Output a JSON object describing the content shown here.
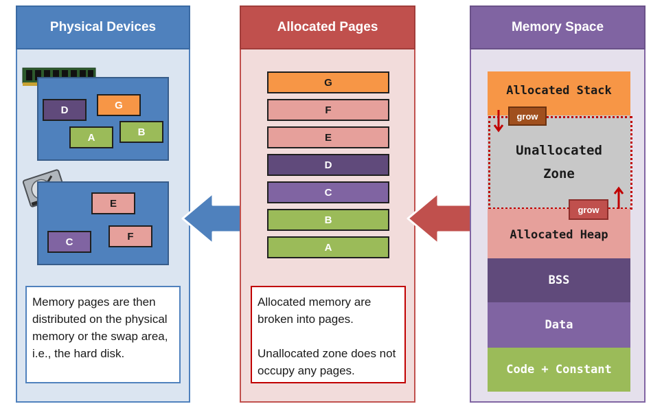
{
  "physical": {
    "title": "Physical Devices",
    "ram_pages": [
      "D",
      "G",
      "A",
      "B"
    ],
    "disk_pages": [
      "E",
      "C",
      "F"
    ],
    "note": "Memory pages are then distributed on the physical memory or the swap area, i.e., the hard disk."
  },
  "pages": {
    "title": "Allocated Pages",
    "list": [
      "G",
      "F",
      "E",
      "D",
      "C",
      "B",
      "A"
    ],
    "note1": "Allocated memory are broken into pages.",
    "note2": "Unallocated zone does not occupy any pages."
  },
  "memory": {
    "title": "Memory Space",
    "stack": "Allocated Stack",
    "unalloc": "Unallocated Zone",
    "heap": "Allocated Heap",
    "bss": "BSS",
    "data": "Data",
    "code": "Code + Constant",
    "grow_down": "grow",
    "grow_up": "grow"
  },
  "colors": {
    "blue": "#4f81bd",
    "red": "#c0504d",
    "purple": "#8064a2",
    "orange": "#f79646",
    "pink": "#e6a09b",
    "dark_purple": "#604a7b",
    "green": "#9bbb59"
  }
}
